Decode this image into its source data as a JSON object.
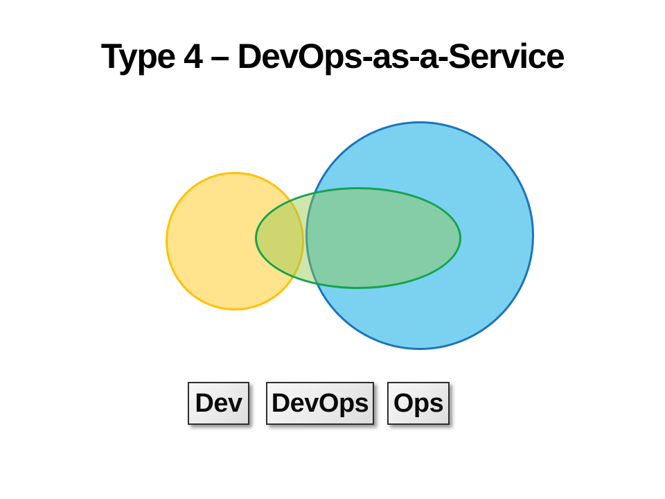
{
  "slide": {
    "title": "Type 4 – DevOps-as-a-Service",
    "background_color": "#FFFFFF",
    "title_color": "#000000"
  },
  "diagram": {
    "type": "venn",
    "shapes": [
      {
        "name": "dev-circle",
        "represents": "Dev",
        "shape": "circle",
        "fill": "#FFE38D",
        "stroke": "#FFC103"
      },
      {
        "name": "ops-circle",
        "represents": "Ops",
        "shape": "circle",
        "fill": "#7BD2F0",
        "stroke": "#1B74BB"
      },
      {
        "name": "devops-ellipse",
        "represents": "DevOps",
        "shape": "ellipse",
        "fill": "rgba(146,200,75,0.45)",
        "stroke": "#17A24E",
        "overlaps": [
          "Dev",
          "Ops"
        ]
      }
    ]
  },
  "legend": {
    "labels": [
      {
        "text": "Dev"
      },
      {
        "text": "DevOps"
      },
      {
        "text": "Ops"
      }
    ]
  }
}
